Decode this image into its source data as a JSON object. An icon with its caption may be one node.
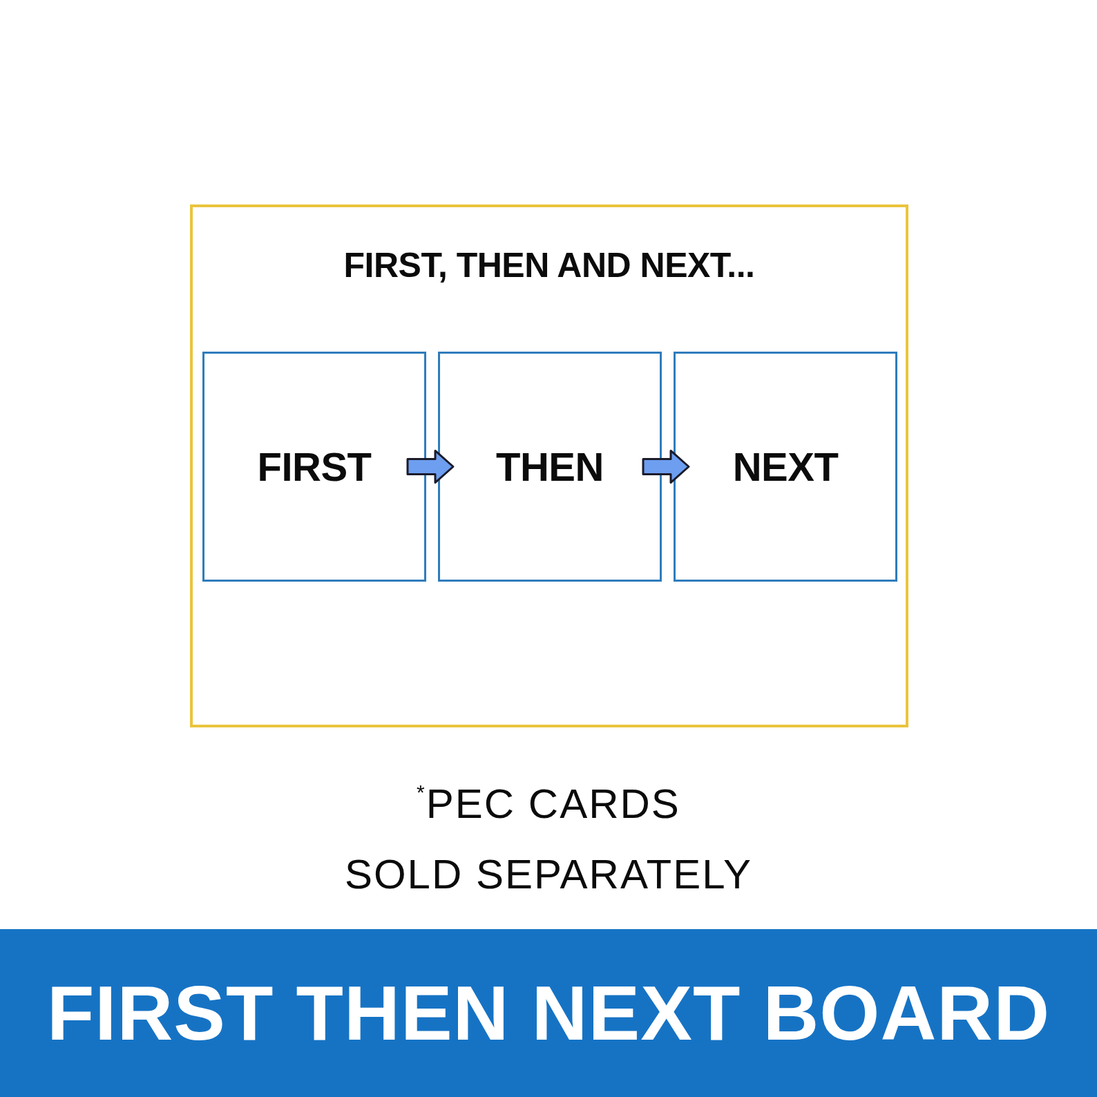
{
  "diagram": {
    "title": "FIRST THEN NEXT BOARD",
    "caption": "$^{*}$PEC CARDS SOLD SEPARATELY",
    "nodes": [
      {
        "text": [
          "FIRST, THEN AND NEXT..."
        ]
      },
      {
        "text": [
          "FIRST"
        ],
        "in": 0
      },
      {
        "text": [
          "THEN"
        ],
        "in": 0
      },
      {
        "text": [
          "NEXT"
        ],
        "in": 0
      }
    ],
    "edges": [
      {
        "from": 1,
        "to": 2,
        "arrow": "to"
      },
      {
        "from": 2,
        "to": 3,
        "arrow": "to"
      }
    ]
  }
}
